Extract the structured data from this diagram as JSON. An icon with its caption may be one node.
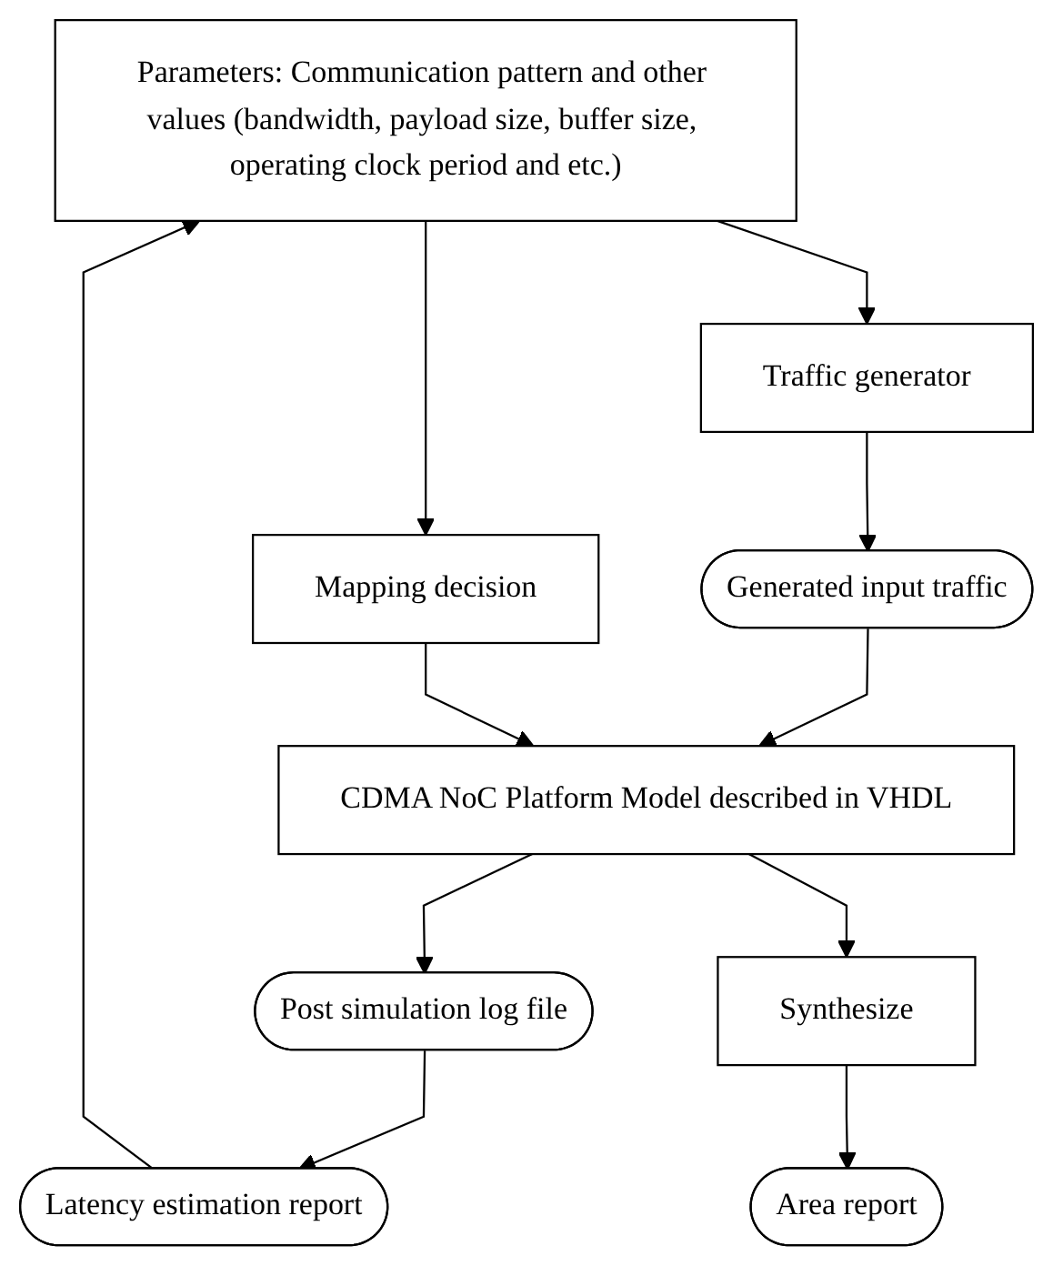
{
  "diagram": {
    "nodes": [
      {
        "text": [
          "Parameters: Communication pattern and other values (bandwidth, payload size, buffer size, operating clock period and etc.)"
        ]
      },
      {
        "text": [
          "Traffic generator"
        ]
      },
      {
        "text": [
          "Generated input traffic"
        ]
      },
      {
        "text": [
          "Mapping decision"
        ]
      },
      {
        "text": [
          "CDMA NoC Platform Model described in VHDL"
        ]
      },
      {
        "text": [
          "Post simulation log file"
        ]
      },
      {
        "text": [
          "Synthesize"
        ]
      },
      {
        "text": [
          "Latency estimation report"
        ]
      },
      {
        "text": [
          "Area report"
        ]
      }
    ],
    "edges": [
      {
        "from": 0,
        "to": 1,
        "arrow": "to"
      },
      {
        "from": 1,
        "to": 2,
        "arrow": "to"
      },
      {
        "from": 0,
        "to": 3,
        "arrow": "to"
      },
      {
        "from": 2,
        "to": 4,
        "arrow": "to"
      },
      {
        "from": 3,
        "to": 4,
        "arrow": "to"
      },
      {
        "from": 4,
        "to": 5,
        "arrow": "to"
      },
      {
        "from": 4,
        "to": 6,
        "arrow": "to"
      },
      {
        "from": 5,
        "to": 7,
        "arrow": "to"
      },
      {
        "from": 6,
        "to": 8,
        "arrow": "to"
      },
      {
        "from": 7,
        "to": 0,
        "arrow": "to"
      }
    ]
  }
}
